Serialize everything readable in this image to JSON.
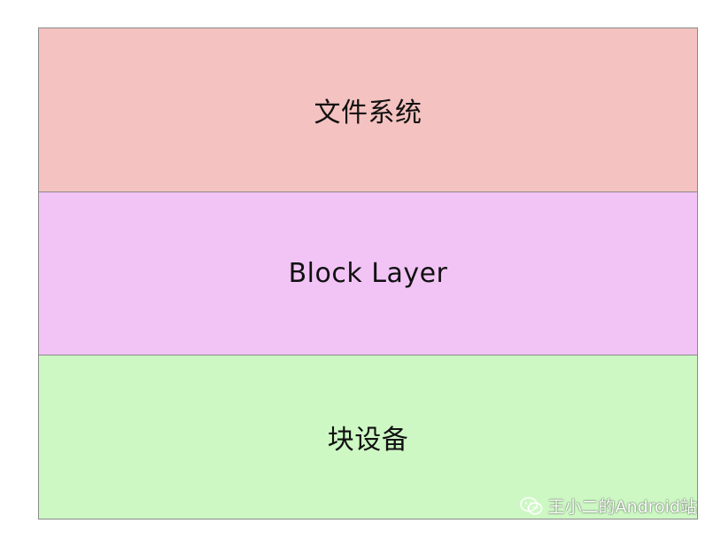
{
  "diagram": {
    "layers": [
      {
        "label": "文件系统",
        "color": "#f4c2c0"
      },
      {
        "label": "Block Layer",
        "color": "#f2c4f6"
      },
      {
        "label": "块设备",
        "color": "#cdf8c4"
      }
    ],
    "border_color": "#8a8a8a"
  },
  "watermark": {
    "text": "王小二的Android站",
    "icon": "wechat-icon"
  }
}
